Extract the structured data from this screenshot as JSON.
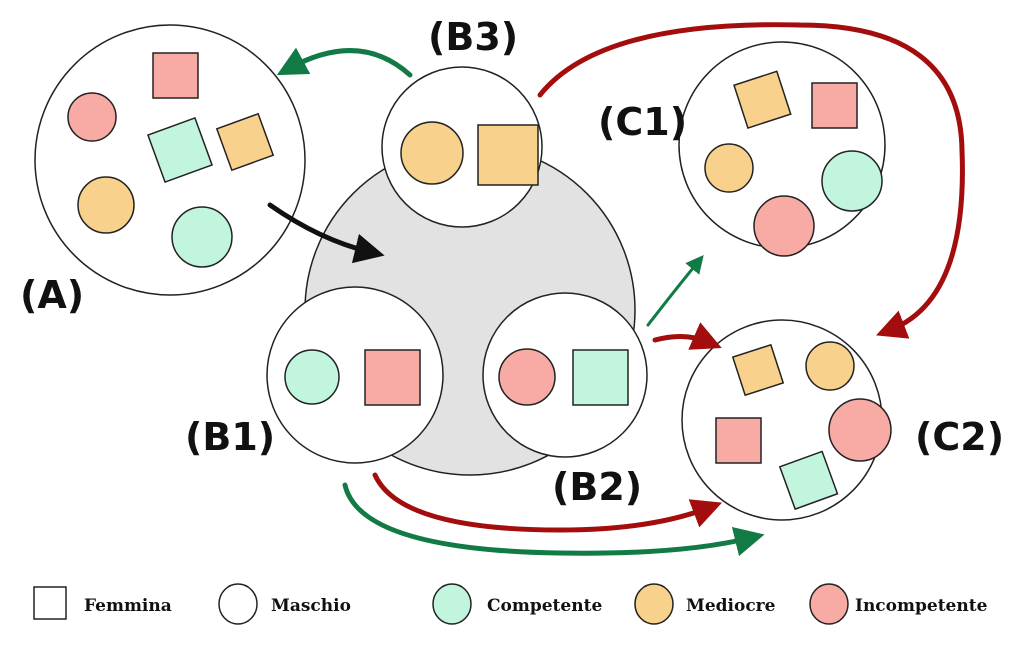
{
  "colors": {
    "competent": "#c2f5de",
    "mediocre": "#f8d18c",
    "incompetent": "#f8aaa5",
    "group": "#e2e2e2",
    "green_arrow": "#117a45",
    "red_arrow": "#a30d0d"
  },
  "labels": {
    "a": "(A)",
    "b1": "(B1)",
    "b2": "(B2)",
    "b3": "(B3)",
    "c1": "(C1)",
    "c2": "(C2)"
  },
  "legend": {
    "female": "Femmina",
    "male": "Maschio",
    "competent": "Competente",
    "mediocre": "Mediocre",
    "incompetent": "Incompetente"
  }
}
